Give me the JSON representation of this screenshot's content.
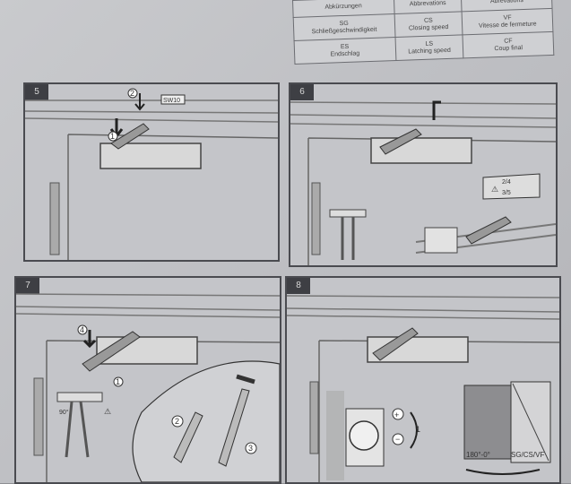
{
  "abbreviations": {
    "headers": [
      "Abkürzungen",
      "Abbrevations",
      "Abrévations"
    ],
    "rows": [
      {
        "code_de": "SG",
        "de": "Schließgeschwindigkeit",
        "code_en": "CS",
        "en": "Closing speed",
        "code_fr": "VF",
        "fr": "Vitesse de fermeture"
      },
      {
        "code_de": "ES",
        "de": "Endschlag",
        "code_en": "LS",
        "en": "Latching speed",
        "code_fr": "CF",
        "fr": "Coup final"
      }
    ]
  },
  "panels": [
    {
      "number": "5",
      "labels": {
        "sw": "SW10",
        "step1": "1",
        "step2": "2"
      }
    },
    {
      "number": "6",
      "labels": {
        "ratio_a": "2/4",
        "ratio_b": "3/5"
      }
    },
    {
      "number": "7",
      "labels": {
        "step1": "1",
        "step2": "2",
        "step3": "3",
        "step4": "4",
        "angle": "90°"
      }
    },
    {
      "number": "8",
      "labels": {
        "plus": "+",
        "minus": "−",
        "step1": "1",
        "angle": "180°-0°",
        "abbr": "SG/CS/VF"
      }
    }
  ],
  "colors": {
    "panel_border": "#4a4b50",
    "label_bg": "#3e3f44",
    "page": "#c4c5c9"
  }
}
